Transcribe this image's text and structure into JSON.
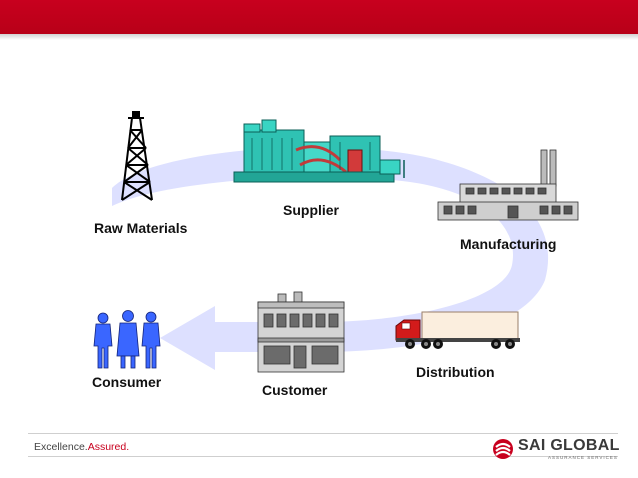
{
  "header": {
    "bar_color": "#c8001e"
  },
  "diagram": {
    "arrow_color": "#dde0ff",
    "nodes": [
      {
        "label": "Raw Materials",
        "icon": "oil-derrick-icon"
      },
      {
        "label": "Supplier",
        "icon": "industrial-plant-icon"
      },
      {
        "label": "Manufacturing",
        "icon": "factory-icon"
      },
      {
        "label": "Distribution",
        "icon": "truck-icon"
      },
      {
        "label": "Customer",
        "icon": "store-building-icon"
      },
      {
        "label": "Consumer",
        "icon": "people-icon"
      }
    ]
  },
  "footer": {
    "tagline_main": "Excellence.",
    "tagline_accent": "Assured.",
    "logo_name": "SAI GLOBAL",
    "logo_subtitle": "ASSURANCE SERVICES"
  }
}
